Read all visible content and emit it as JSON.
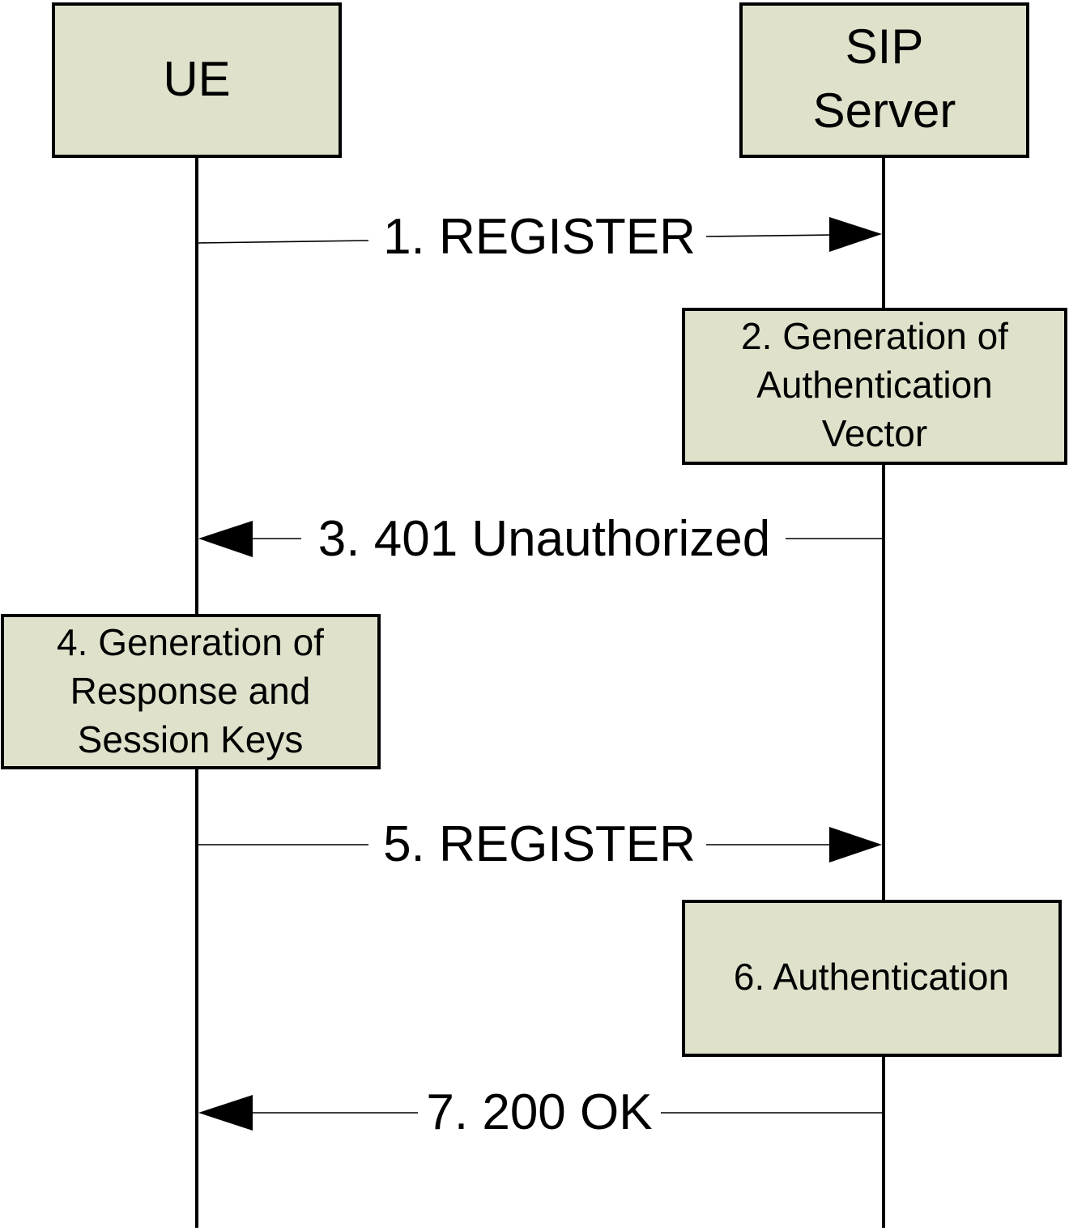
{
  "participants": {
    "ue": {
      "label": "UE"
    },
    "sip_server": {
      "line1": "SIP",
      "line2": "Server"
    }
  },
  "messages": [
    {
      "label": "1. REGISTER",
      "direction": "ue-to-server"
    },
    {
      "label": "3. 401 Unauthorized",
      "direction": "server-to-ue"
    },
    {
      "label": "5. REGISTER",
      "direction": "ue-to-server"
    },
    {
      "label": "7. 200 OK",
      "direction": "server-to-ue"
    }
  ],
  "notes": {
    "gen_auth_vector": [
      "2. Generation of",
      "Authentication",
      "Vector"
    ],
    "gen_response_keys": [
      "4. Generation of",
      "Response and",
      "Session Keys"
    ],
    "authentication": [
      "6. Authentication"
    ]
  },
  "colors": {
    "box_fill": "#dfe1cb",
    "line": "#000000"
  }
}
